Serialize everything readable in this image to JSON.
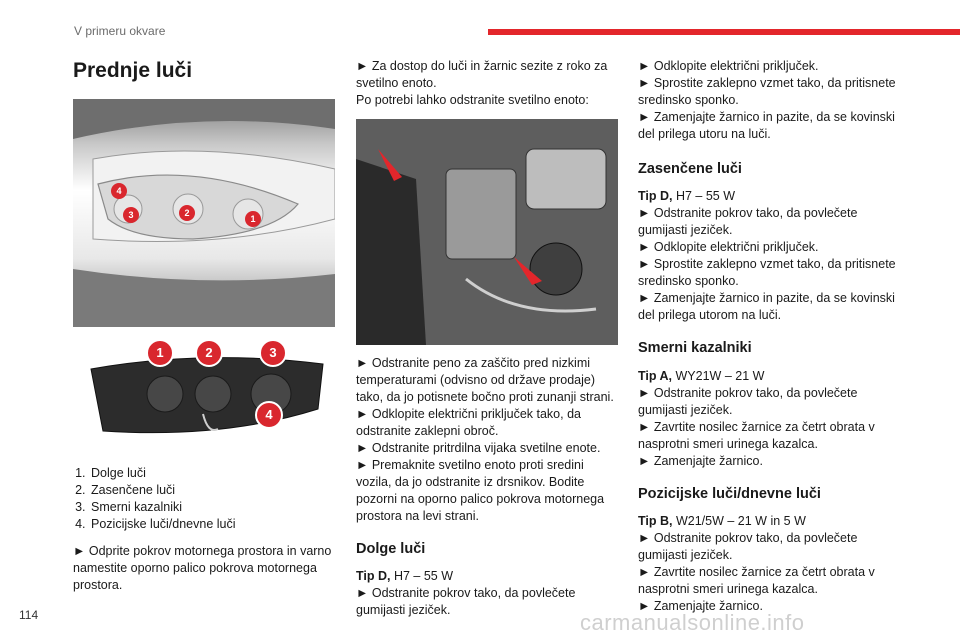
{
  "header": {
    "section": "V primeru okvare",
    "accent_color": "#e3262b"
  },
  "page_number": "114",
  "watermark": "carmanualsonline.info",
  "col1": {
    "title": "Prednje luči",
    "fig1_labels": [
      "4",
      "3",
      "2",
      "1"
    ],
    "fig2_labels": [
      "1",
      "2",
      "3",
      "4"
    ],
    "list": [
      "Dolge luči",
      "Zasenčene luči",
      "Smerni kazalniki",
      "Pozicijske luči/dnevne luči"
    ],
    "para": "► Odprite pokrov motornega prostora in varno namestite oporno palico pokrova motornega prostora."
  },
  "col2": {
    "intro1": "► Za dostop do luči in žarnic sezite z roko za svetilno enoto.",
    "intro2": "Po potrebi lahko odstranite svetilno enoto:",
    "steps": [
      "► Odstranite peno za zaščito pred nizkimi temperaturami (odvisno od države prodaje) tako, da jo potisnete bočno proti zunanji strani.",
      "► Odklopite električni priključek tako, da odstranite zaklepni obroč.",
      "► Odstranite pritrdilna vijaka svetilne enote.",
      "► Premaknite svetilno enoto proti sredini vozila, da jo odstranite iz drsnikov. Bodite pozorni na oporno palico pokrova motornega prostora na levi strani."
    ],
    "dolge": {
      "title": "Dolge luči",
      "type_label": "Tip D,",
      "type_value": " H7 – 55 W",
      "step1": "► Odstranite pokrov tako, da povlečete gumijasti jeziček."
    }
  },
  "col3": {
    "top_steps": [
      "► Odklopite električni priključek.",
      "► Sprostite zaklepno vzmet tako, da pritisnete sredinsko sponko.",
      "► Zamenjajte žarnico in pazite, da se kovinski del prilega utoru na luči."
    ],
    "zasencene": {
      "title": "Zasenčene luči",
      "type_label": "Tip D,",
      "type_value": " H7 – 55 W",
      "steps": [
        "► Odstranite pokrov tako, da povlečete gumijasti jeziček.",
        "► Odklopite električni priključek.",
        "► Sprostite zaklepno vzmet tako, da pritisnete sredinsko sponko.",
        "► Zamenjajte žarnico in pazite, da se kovinski del prilega utorom na luči."
      ]
    },
    "smerni": {
      "title": "Smerni kazalniki",
      "type_label": "Tip A,",
      "type_value": " WY21W – 21 W",
      "steps": [
        "► Odstranite pokrov tako, da povlečete gumijasti jeziček.",
        "► Zavrtite nosilec žarnice za četrt obrata v nasprotni smeri urinega kazalca.",
        "► Zamenjajte žarnico."
      ]
    },
    "pozicijske": {
      "title": "Pozicijske luči/dnevne luči",
      "type_label": "Tip B,",
      "type_value": " W21/5W – 21 W in 5 W",
      "steps": [
        "► Odstranite pokrov tako, da povlečete gumijasti jeziček.",
        "► Zavrtite nosilec žarnice za četrt obrata v nasprotni smeri urinega kazalca.",
        "► Zamenjajte žarnico."
      ]
    }
  }
}
